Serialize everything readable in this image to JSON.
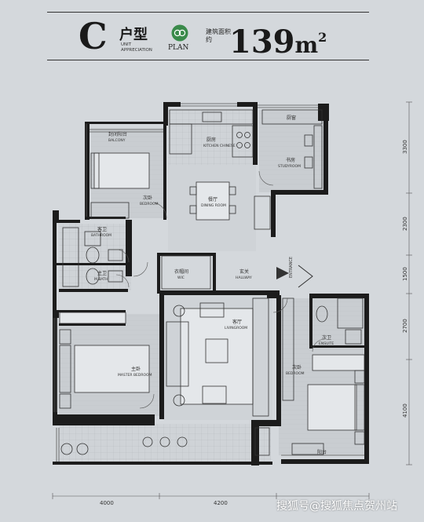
{
  "header": {
    "type_letter": "C",
    "type_label": "户型",
    "unit_appreciation": "UNIT APPRECIATION",
    "plan_label": "PLAN",
    "area_label": "建筑面积约",
    "area_value": "139",
    "area_unit": "m",
    "area_sup": "2"
  },
  "rooms": {
    "balcony_cn": "封闭阳台",
    "balcony_en": "BALCONY",
    "kitchen_cn": "厨房",
    "kitchen_en": "KITCHEN CHINESE",
    "maid_cn": "厨窗",
    "study_cn": "书房",
    "study_en": "STUDYROOM",
    "bedroom1_cn": "次卧",
    "bedroom1_en": "BEDROOM",
    "dining_cn": "餐厅",
    "dining_en": "DINING ROOM",
    "bath_cn": "客卫",
    "bath_en": "BATHROOM",
    "mbath_cn": "主卫",
    "mbath_en": "M.BATH",
    "wic_cn": "衣帽间",
    "wic_en": "WIC",
    "hallway_cn": "玄关",
    "hallway_en": "HALLWAY",
    "entrance_en": "ENTRANCE",
    "living_cn": "客厅",
    "living_en": "LIVINGROOM",
    "master_cn": "主卧",
    "master_en": "MASTER BEDROOM",
    "ensuite_cn": "次卫",
    "ensuite_en": "ENSUITE",
    "bedroom2_cn": "次卧",
    "bedroom2_en": "BEDROOM",
    "balcony2_cn": "阳台"
  },
  "dimensions": {
    "right": [
      "3300",
      "2300",
      "1500",
      "2700",
      "4100"
    ],
    "bottom": [
      "4000",
      "4200"
    ]
  },
  "watermark": "搜狐号@搜狐焦点贺州站",
  "colors": {
    "background": "#d4d8dc",
    "wall": "#1c1c1c",
    "floor_wood": "#c7cbcf",
    "logo_green": "#3a8a4a"
  }
}
